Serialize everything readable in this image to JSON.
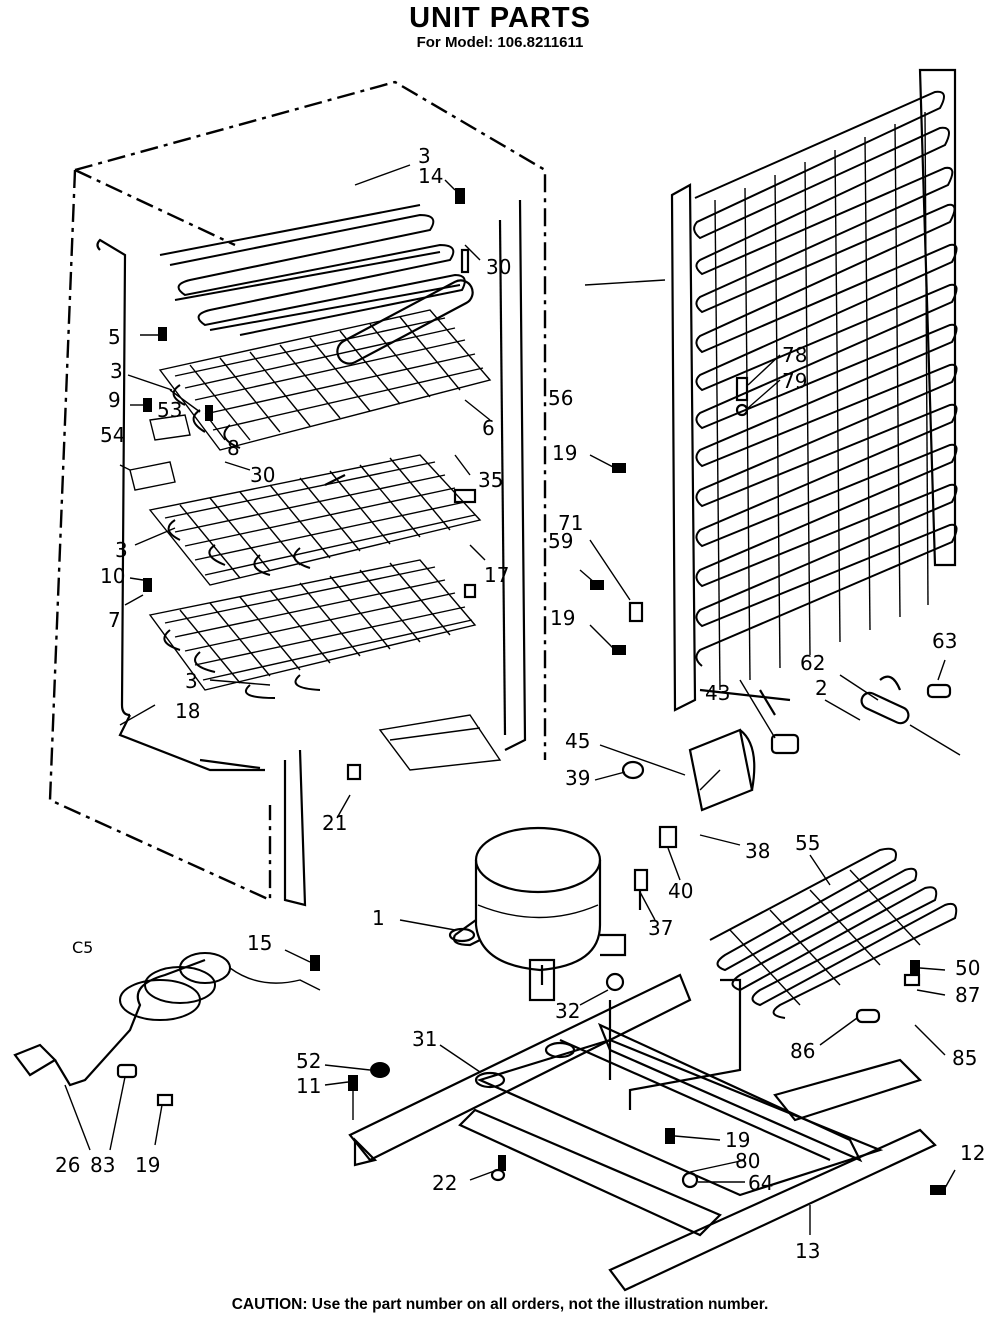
{
  "title": "UNIT PARTS",
  "subtitle": "For Model: 106.8211611",
  "caution": "CAUTION: Use the part number on all orders, not the illustration number.",
  "callouts": [
    "3",
    "14",
    "30",
    "5",
    "3",
    "9",
    "53",
    "8",
    "6",
    "35",
    "54",
    "30",
    "3",
    "10",
    "7",
    "17",
    "3",
    "18",
    "21",
    "56",
    "78",
    "79",
    "19",
    "71",
    "59",
    "19",
    "63",
    "62",
    "2",
    "43",
    "45",
    "39",
    "38",
    "40",
    "55",
    "1",
    "37",
    "32",
    "50",
    "87",
    "86",
    "85",
    "31",
    "52",
    "11",
    "15",
    "C5",
    "26",
    "83",
    "19",
    "19",
    "80",
    "64",
    "22",
    "12",
    "13"
  ]
}
